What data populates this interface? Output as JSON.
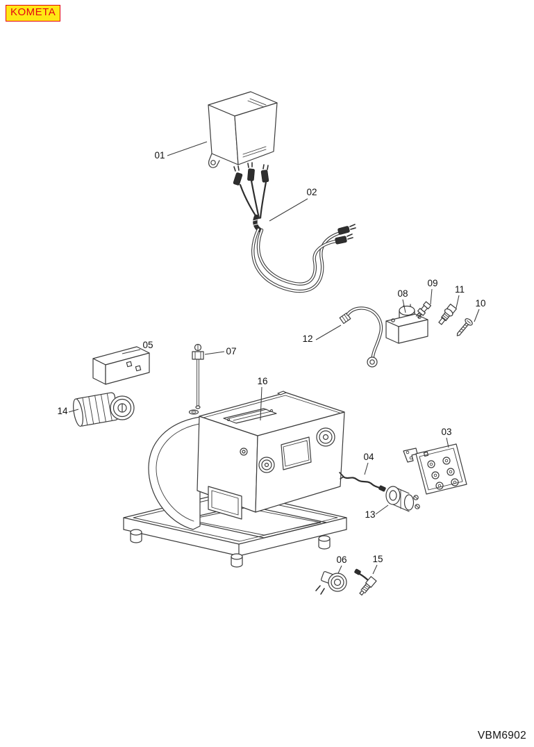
{
  "page": {
    "brand_label": "KOMETA",
    "document_code": "VBM6902"
  },
  "colors": {
    "badge_background": "#ffe714",
    "badge_red": "#e30613",
    "line": "#3a3a3a",
    "paper": "#ffffff"
  },
  "diagram": {
    "type": "exploded-parts-diagram"
  },
  "parts": [
    {
      "num": "01"
    },
    {
      "num": "02"
    },
    {
      "num": "03"
    },
    {
      "num": "04"
    },
    {
      "num": "05"
    },
    {
      "num": "06"
    },
    {
      "num": "07"
    },
    {
      "num": "08"
    },
    {
      "num": "09"
    },
    {
      "num": "10"
    },
    {
      "num": "11"
    },
    {
      "num": "12"
    },
    {
      "num": "13"
    },
    {
      "num": "14"
    },
    {
      "num": "15"
    },
    {
      "num": "16"
    }
  ]
}
